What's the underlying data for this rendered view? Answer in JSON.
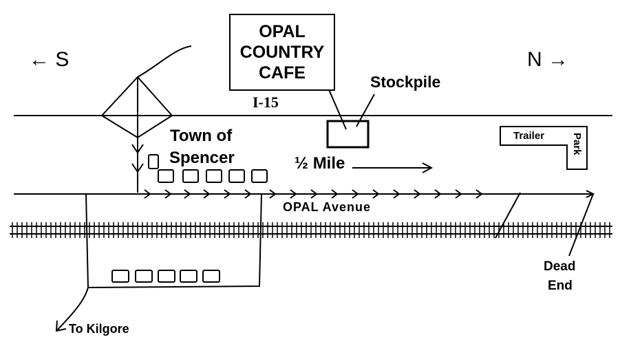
{
  "compass": {
    "south_label": "S",
    "north_label": "N",
    "south_arrow": "←",
    "north_arrow": "→"
  },
  "cafe_sign": {
    "line1": "OPAL",
    "line2": "COUNTRY",
    "line3": "CAFE"
  },
  "highway_label": "I-15",
  "stockpile_label": "Stockpile",
  "town_label_line1": "Town of",
  "town_label_line2": "Spencer",
  "distance": {
    "fraction": "½",
    "unit": "Mile"
  },
  "trailer_park": {
    "label1": "Trailer",
    "label2": "Park"
  },
  "avenue_label": "OPAL Avenue",
  "dead_end": {
    "line1": "Dead",
    "line2": "End"
  },
  "kilgore_label": "To Kilgore"
}
